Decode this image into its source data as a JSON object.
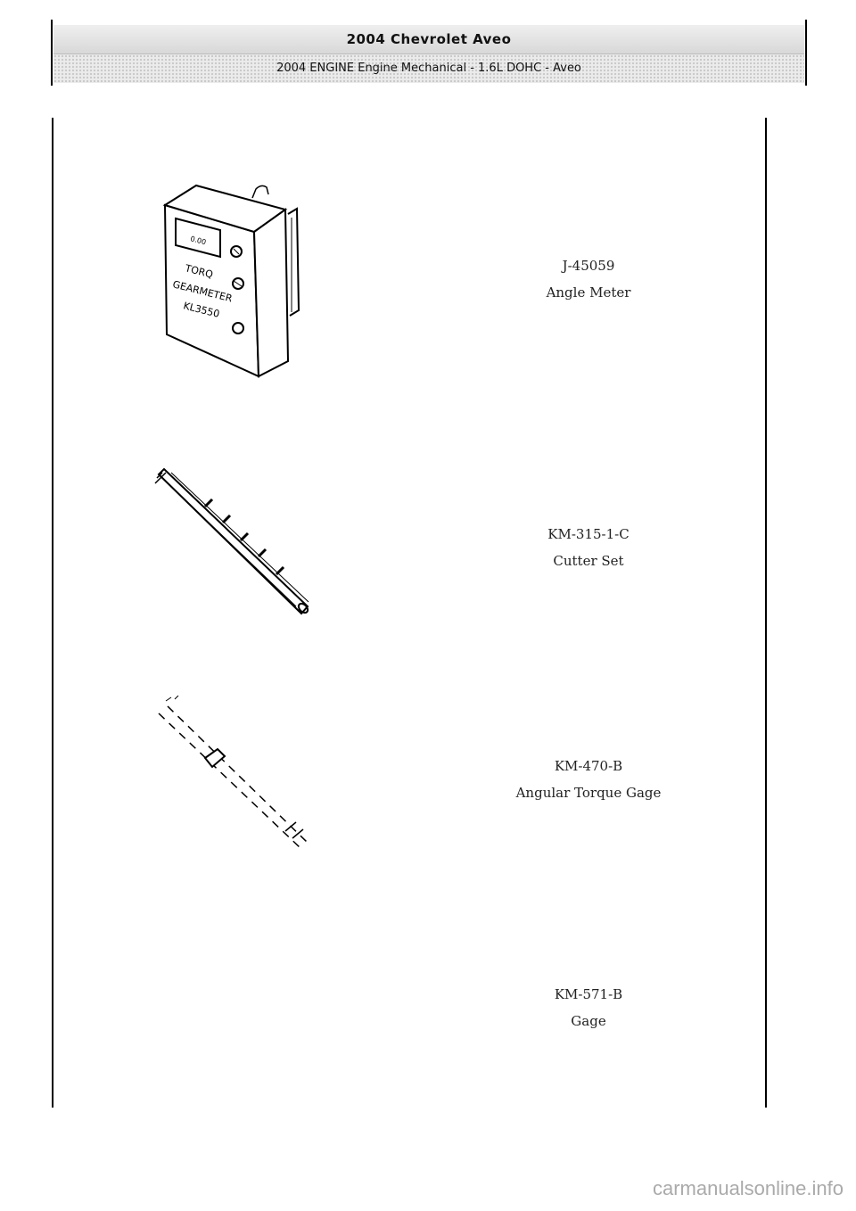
{
  "header": {
    "title": "2004 Chevrolet Aveo",
    "subtitle": "2004 ENGINE Engine Mechanical - 1.6L DOHC - Aveo"
  },
  "tools": [
    {
      "part": "J-45059",
      "name": "Angle Meter",
      "icon": "angle-meter-icon",
      "device_text": [
        "0.00",
        "TORQ",
        "GEARMETER",
        "KL3550"
      ]
    },
    {
      "part": "KM-315-1-C",
      "name": "Cutter Set",
      "icon": "cutter-set-icon"
    },
    {
      "part": "KM-470-B",
      "name": "Angular Torque Gage",
      "icon": "angular-torque-gage-icon"
    },
    {
      "part": "KM-571-B",
      "name": "Gage",
      "icon": ""
    }
  ],
  "footer": {
    "watermark": "carmanualsonline.info"
  }
}
